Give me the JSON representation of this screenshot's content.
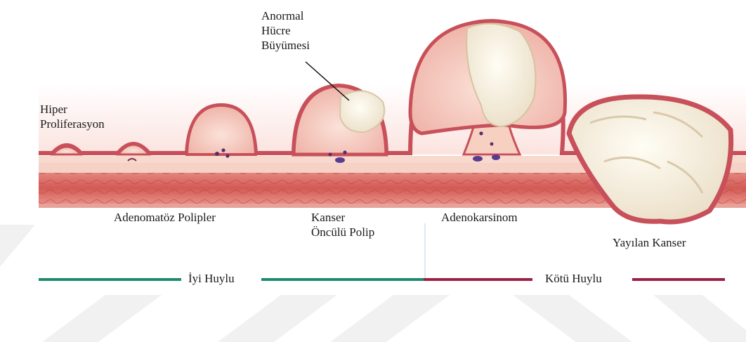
{
  "labels": {
    "anormal": [
      "Anormal",
      "Hücre",
      "Büyümesi"
    ],
    "hiper": [
      "Hiper",
      "Proliferasyon"
    ],
    "adenomatoz": "Adenomatöz Polipler",
    "kanser_onculu": [
      "Kanser",
      "Öncülü Polip"
    ],
    "adenokarsinom": "Adenokarsinom",
    "yayilan": "Yayılan Kanser"
  },
  "scale": {
    "benign_label": "İyi Huylu",
    "malignant_label": "Kötü Huylu",
    "benign_color": "#1f8a6e",
    "malignant_color": "#9e1f46"
  },
  "colors": {
    "tissue_pink": "#f3c2b8",
    "tissue_rim": "#c8505a",
    "muscle_red": "#d9655f",
    "tumor_cream": "#f5efe0",
    "watermark": "#efefef"
  }
}
